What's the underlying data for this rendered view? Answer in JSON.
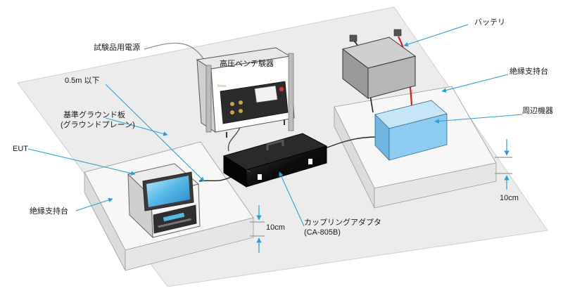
{
  "labels": {
    "power": "試験品用電源",
    "bench_tester": "高圧ベンチ験器",
    "cable_length": "0.5m 以下",
    "ground_plane_line1": "基準グラウンド板",
    "ground_plane_line2": "(グラウンドプレーン)",
    "eut": "EUT",
    "support_left": "絶縁支持台",
    "battery": "バッテリ",
    "support_right": "絶縁支持台",
    "peripheral": "周辺機器",
    "height_right": "10cm",
    "height_left": "10cm",
    "adapter_line1": "カップリングアダプタ",
    "adapter_line2": "(CA-805B)"
  },
  "device_panel": {
    "brand": "Noise"
  },
  "colors": {
    "floor": "#ececec",
    "table_top": "#f7f7f7",
    "table_side": "#dedede",
    "leader_line": "#2a9fd6",
    "peripheral_box": "#8ecbf0",
    "battery_red": "#d92020",
    "adapter": "#111111",
    "screen": "#55b8e6"
  }
}
